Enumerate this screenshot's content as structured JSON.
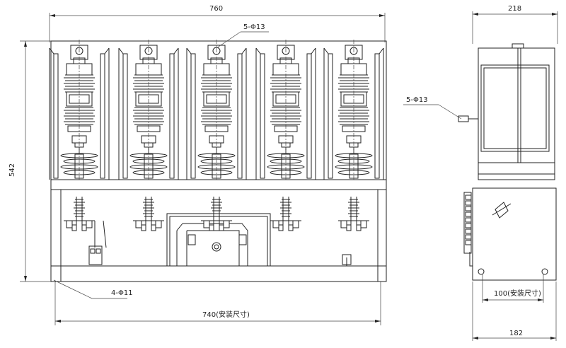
{
  "dimensions": {
    "overall_width": "760",
    "overall_height": "542",
    "mount_width": "740(安装尺寸)",
    "side_depth": "218",
    "side_mount": "100(安装尺寸)",
    "side_base": "182"
  },
  "callouts": {
    "terminal_holes_front": "5-Φ13",
    "terminal_holes_side": "5-Φ13",
    "mount_holes": "4-Φ11"
  },
  "poles": [
    {
      "id": 1
    },
    {
      "id": 2
    },
    {
      "id": 3
    },
    {
      "id": 4
    },
    {
      "id": 5
    }
  ]
}
